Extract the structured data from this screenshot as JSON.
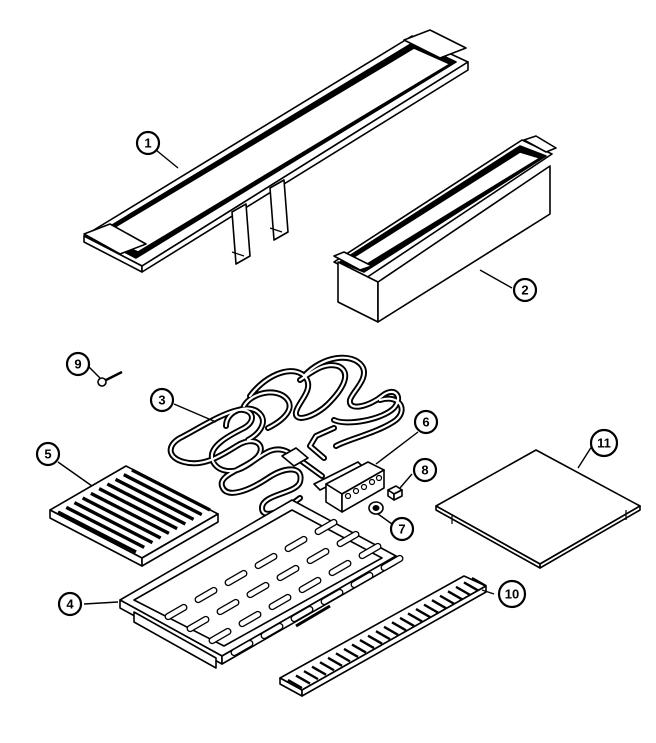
{
  "colors": {
    "ink": "#000000",
    "paper": "#ffffff"
  },
  "callouts": [
    {
      "id": "1",
      "label": "1"
    },
    {
      "id": "2",
      "label": "2"
    },
    {
      "id": "3",
      "label": "3"
    },
    {
      "id": "4",
      "label": "4"
    },
    {
      "id": "5",
      "label": "5"
    },
    {
      "id": "6",
      "label": "6"
    },
    {
      "id": "7",
      "label": "7"
    },
    {
      "id": "8",
      "label": "8"
    },
    {
      "id": "9",
      "label": "9"
    },
    {
      "id": "10",
      "label": "10"
    },
    {
      "id": "11",
      "label": "11"
    }
  ]
}
